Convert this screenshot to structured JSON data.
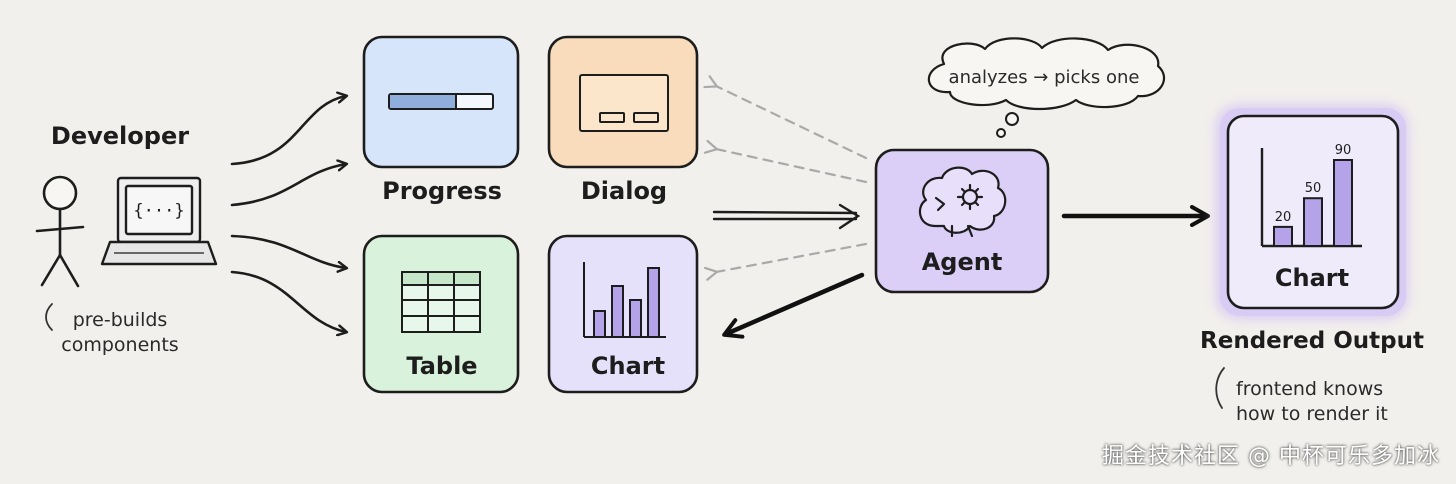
{
  "developer": {
    "title": "Developer",
    "laptop_screen": "{···}",
    "note_line1": "pre-builds",
    "note_line2": "components"
  },
  "components": {
    "progress": "Progress",
    "dialog": "Dialog",
    "table": "Table",
    "chart": "Chart"
  },
  "agent": {
    "label": "Agent",
    "thought": "analyzes → picks one"
  },
  "output": {
    "card_label": "Chart",
    "bar_values": [
      20,
      50,
      90
    ],
    "caption": "Rendered Output",
    "note_line1": "frontend knows",
    "note_line2": "how to render it"
  },
  "colors": {
    "progress_fill": "#d7e5fa",
    "dialog_fill": "#f9dcbb",
    "table_fill": "#d9f2dc",
    "chart_fill": "#e6e1fa",
    "agent_fill": "#dccff7",
    "output_glow": "#d4c5f3"
  },
  "watermark": "掘金技术社区 @ 中杯可乐多加冰"
}
